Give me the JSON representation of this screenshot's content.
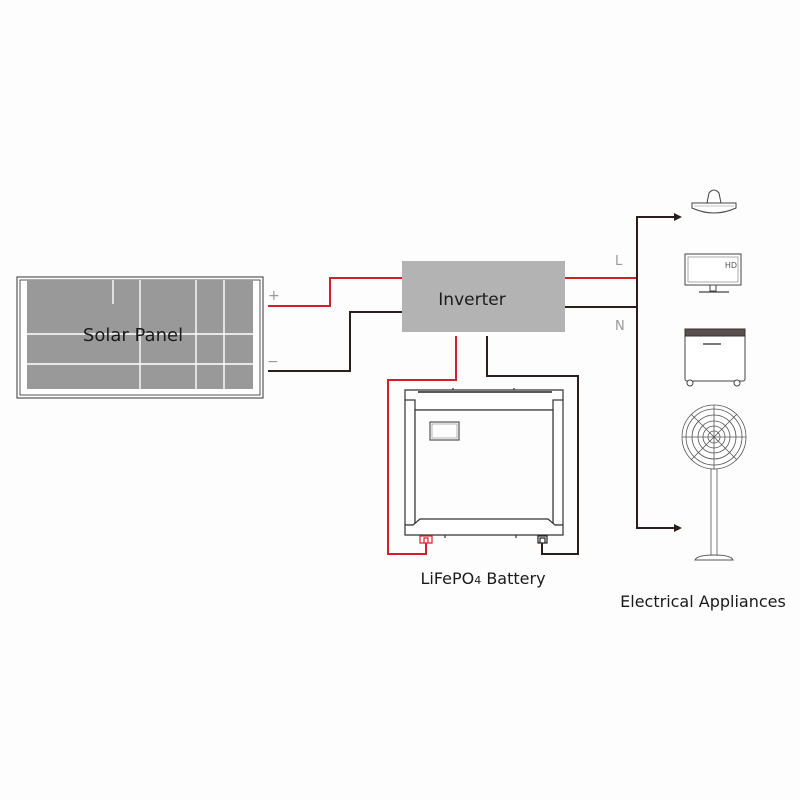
{
  "diagram": {
    "title": "Solar power system wiring",
    "colors": {
      "positive_wire": "#d0202a",
      "negative_wire": "#2a1e1e",
      "panel_fill": "#999999",
      "inverter_fill": "#b3b3b3",
      "background": "#fdfdfd"
    },
    "solar_panel": {
      "label": "Solar Panel",
      "plus_sign": "+",
      "minus_sign": "−"
    },
    "inverter": {
      "label": "Inverter",
      "live_label": "L",
      "neutral_label": "N"
    },
    "battery": {
      "label_prefix": "LiFePO",
      "label_subscript": "4",
      "label_suffix": " Battery"
    },
    "appliances": {
      "label": "Electrical Appliances",
      "items": [
        {
          "name": "ceiling-lamp",
          "icon": "lamp-icon"
        },
        {
          "name": "television",
          "icon": "tv-icon",
          "badge": "HD"
        },
        {
          "name": "chest-freezer",
          "icon": "freezer-icon"
        },
        {
          "name": "standing-fan",
          "icon": "fan-icon"
        }
      ]
    }
  }
}
